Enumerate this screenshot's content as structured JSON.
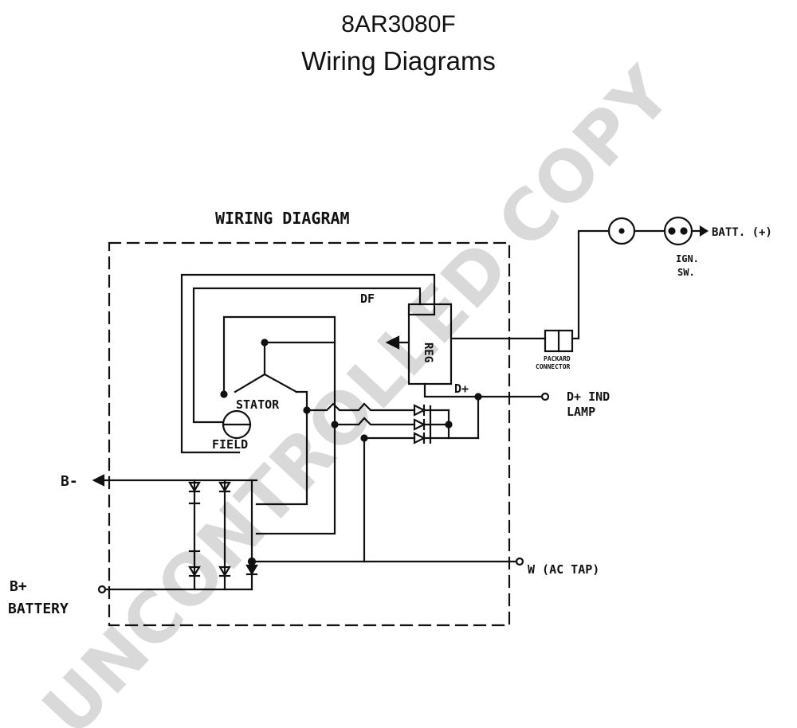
{
  "header": {
    "model": "8AR3080F",
    "subtitle": "Wiring Diagrams"
  },
  "diagram": {
    "heading": "WIRING DIAGRAM",
    "labels": {
      "df": "DF",
      "reg": "REG",
      "stator": "STATOR",
      "field": "FIELD",
      "d_plus": "D+",
      "packard_line1": "PACKARD",
      "packard_line2": "CONNECTOR",
      "batt_plus": "BATT. (+)",
      "ign_line1": "IGN.",
      "ign_line2": "SW.",
      "d_ind_line1": "D+ IND",
      "d_ind_line2": "LAMP",
      "b_minus": "B-",
      "b_plus_line1": "B+",
      "b_plus_line2": "BATTERY",
      "w_ac_tap": "W (AC TAP)"
    }
  },
  "watermark": {
    "text": "UNCONTROLLED COPY"
  }
}
